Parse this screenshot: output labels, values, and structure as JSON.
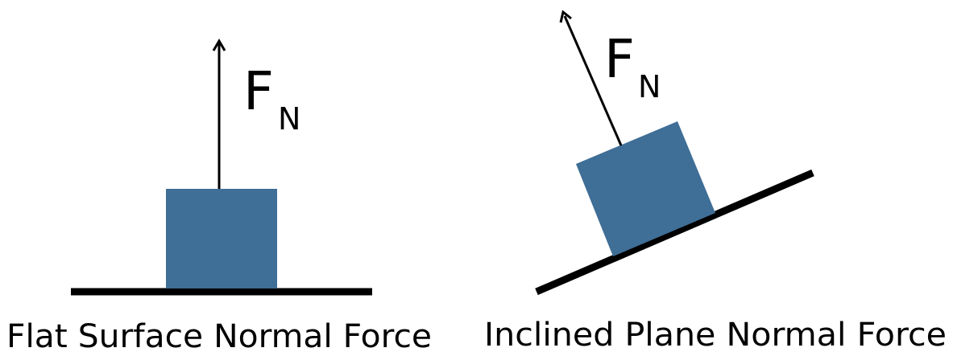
{
  "colors": {
    "block": "#3f6e96",
    "surface": "#000000",
    "arrow": "#000000",
    "background": "#ffffff"
  },
  "flat": {
    "caption": "Flat Surface Normal Force",
    "force_symbol": "F",
    "force_subscript": "N"
  },
  "inclined": {
    "caption": "Inclined Plane Normal Force",
    "force_symbol": "F",
    "force_subscript": "N"
  }
}
